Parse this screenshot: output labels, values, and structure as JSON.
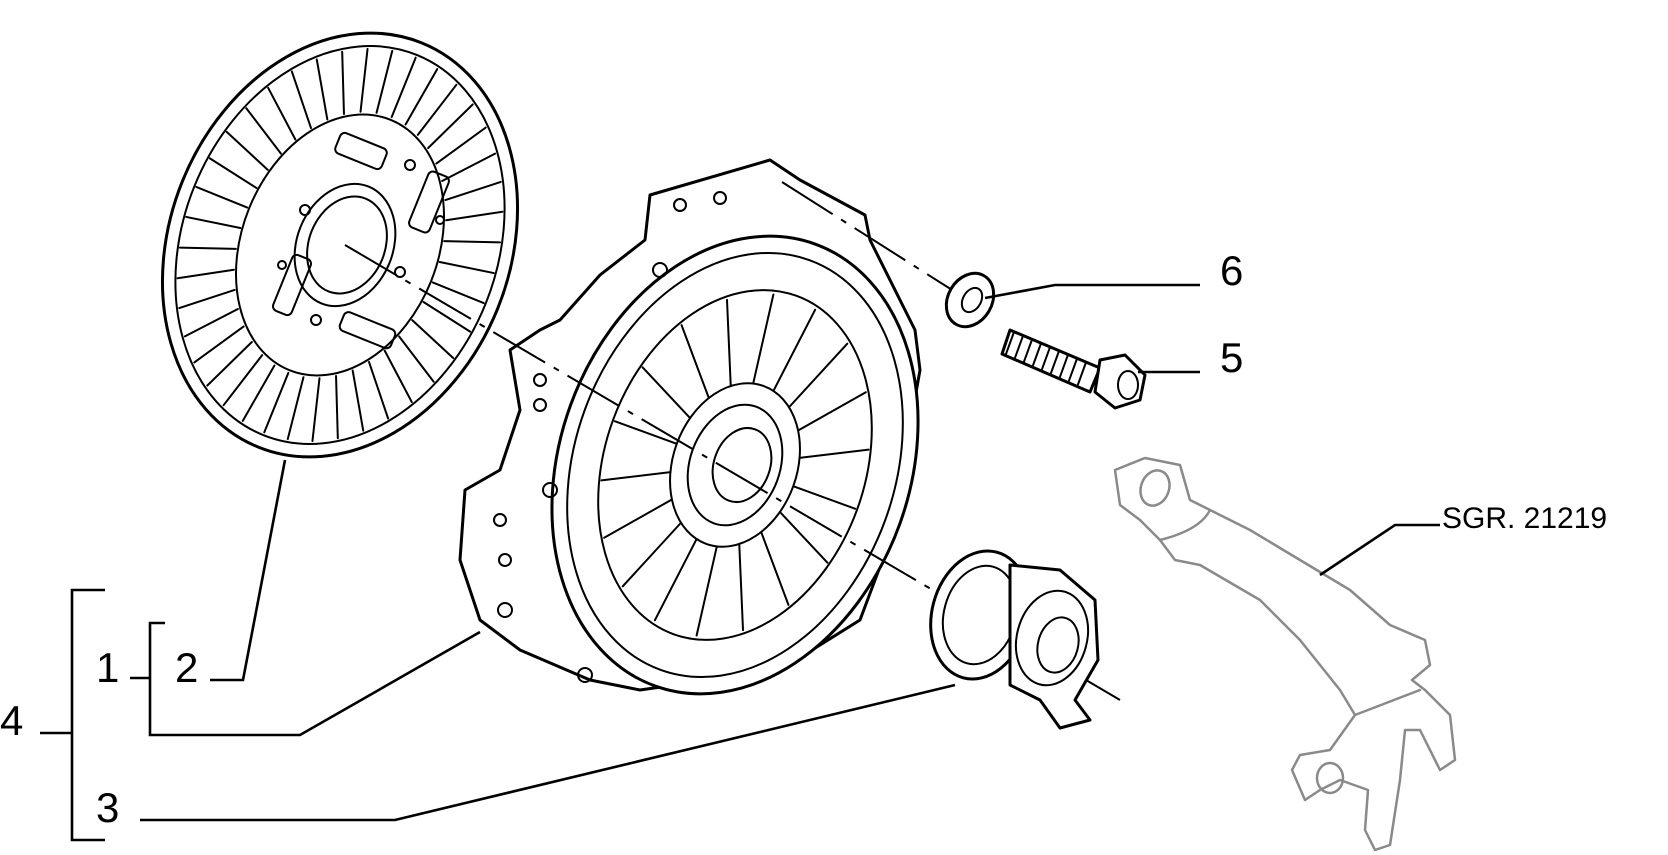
{
  "callouts": {
    "c1": "1",
    "c2": "2",
    "c3": "3",
    "c4": "4",
    "c5": "5",
    "c6": "6"
  },
  "reference": "SGR. 21219",
  "icons": {
    "clutch_disc": "clutch-disc-icon",
    "pressure_plate": "pressure-plate-icon",
    "release_bearing": "release-bearing-icon",
    "bolt": "bolt-icon",
    "washer": "washer-icon",
    "release_fork": "release-fork-icon"
  }
}
